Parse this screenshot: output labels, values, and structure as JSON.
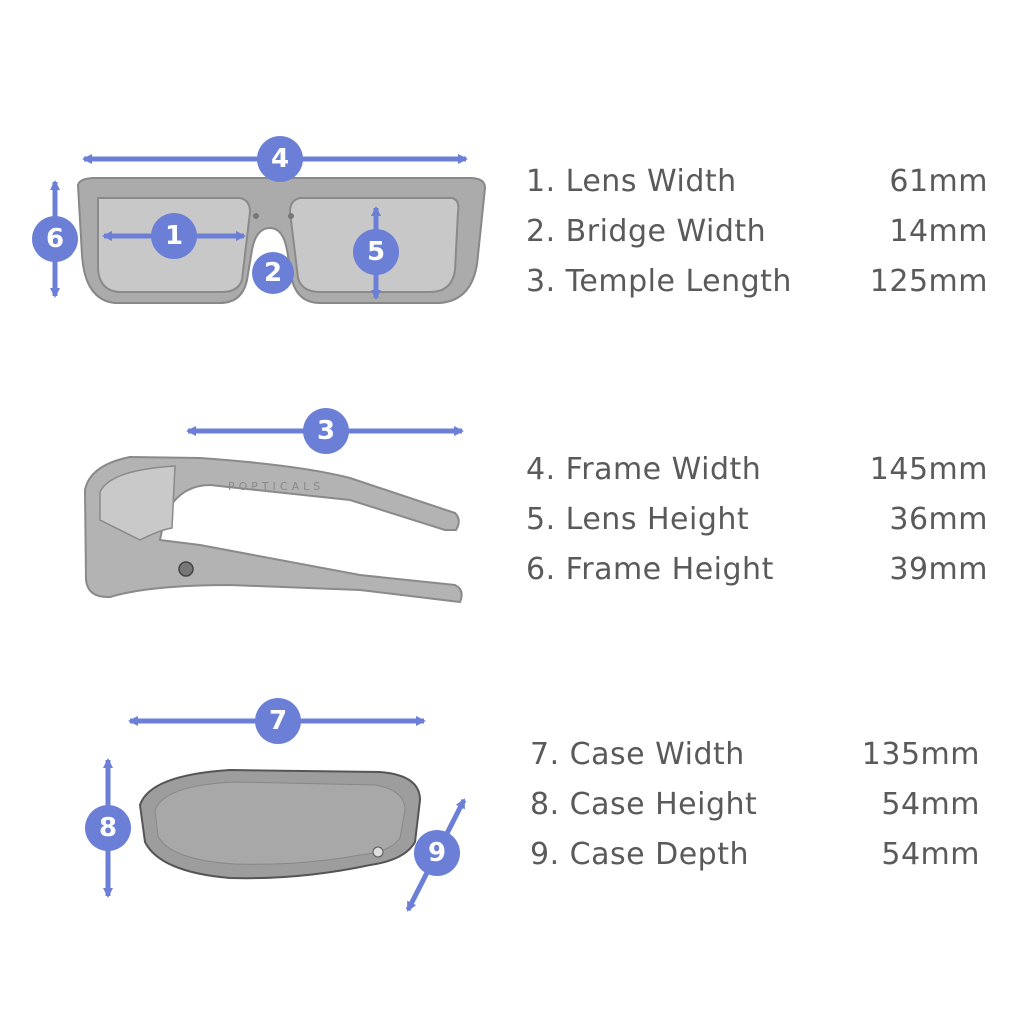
{
  "colors": {
    "accent": "#6b7fd7",
    "frame": "#a9a9a9",
    "lens": "#c4c4c4",
    "text": "#5a5a5a"
  },
  "badges": [
    "1",
    "2",
    "3",
    "4",
    "5",
    "6",
    "7",
    "8",
    "9"
  ],
  "logo_text": "POPTICALS",
  "groups": [
    {
      "rows": [
        {
          "label": "1. Lens Width",
          "value": "61mm"
        },
        {
          "label": "2. Bridge Width",
          "value": "14mm"
        },
        {
          "label": "3. Temple Length",
          "value": "125mm"
        }
      ]
    },
    {
      "rows": [
        {
          "label": "4. Frame Width",
          "value": "145mm"
        },
        {
          "label": "5. Lens Height",
          "value": "36mm"
        },
        {
          "label": "6. Frame Height",
          "value": "39mm"
        }
      ]
    },
    {
      "rows": [
        {
          "label": "7. Case Width",
          "value": "135mm"
        },
        {
          "label": "8. Case Height",
          "value": "54mm"
        },
        {
          "label": "9. Case Depth",
          "value": "54mm"
        }
      ]
    }
  ]
}
